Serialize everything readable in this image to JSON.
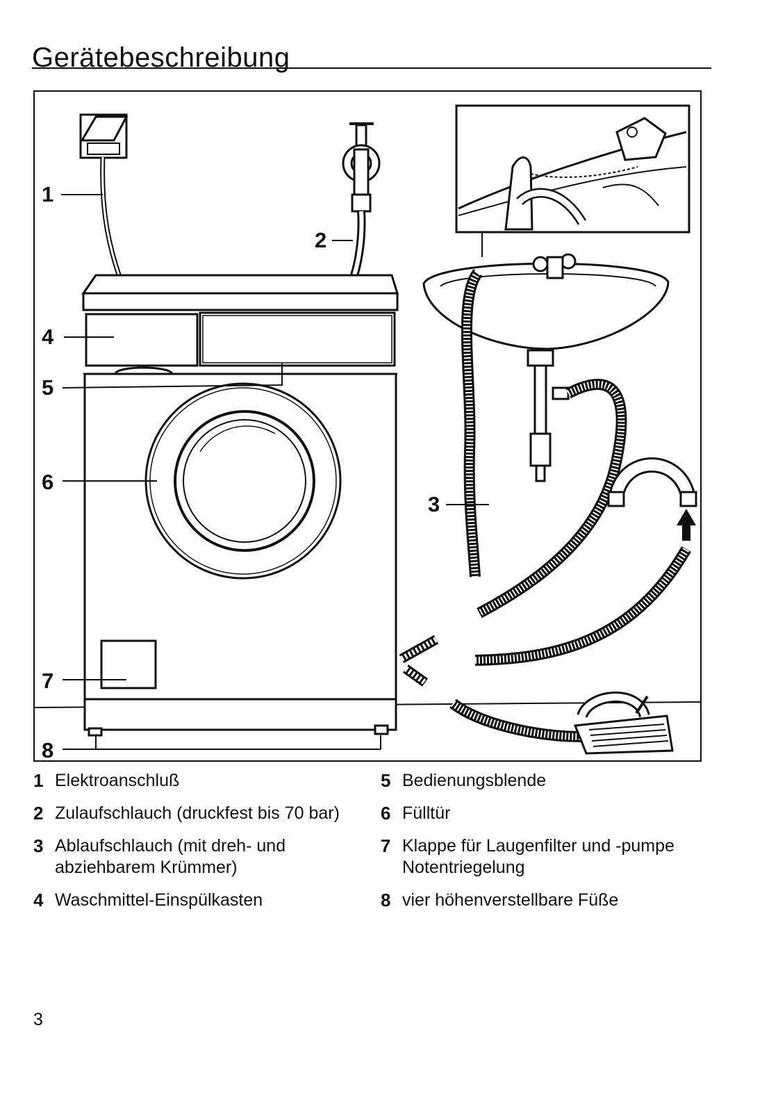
{
  "header": {
    "title": "Gerätebeschreibung"
  },
  "figure": {
    "callouts": [
      "1",
      "2",
      "3",
      "4",
      "5",
      "6",
      "7",
      "8"
    ]
  },
  "legend": {
    "left": [
      {
        "num": "1",
        "text": "Elektroanschluß"
      },
      {
        "num": "2",
        "text": "Zulaufschlauch (druckfest bis 70 bar)"
      },
      {
        "num": "3",
        "text": "Ablaufschlauch (mit dreh- und abziehbarem Krümmer)"
      },
      {
        "num": "4",
        "text": "Waschmittel-Einspülkasten"
      }
    ],
    "right": [
      {
        "num": "5",
        "text": "Bedienungsblende"
      },
      {
        "num": "6",
        "text": "Fülltür"
      },
      {
        "num": "7",
        "text": "Klappe für Laugenfilter und -pumpe Notentriegelung"
      },
      {
        "num": "8",
        "text": "vier höhenverstellbare Füße"
      }
    ]
  },
  "footer": {
    "page_number": "3"
  }
}
